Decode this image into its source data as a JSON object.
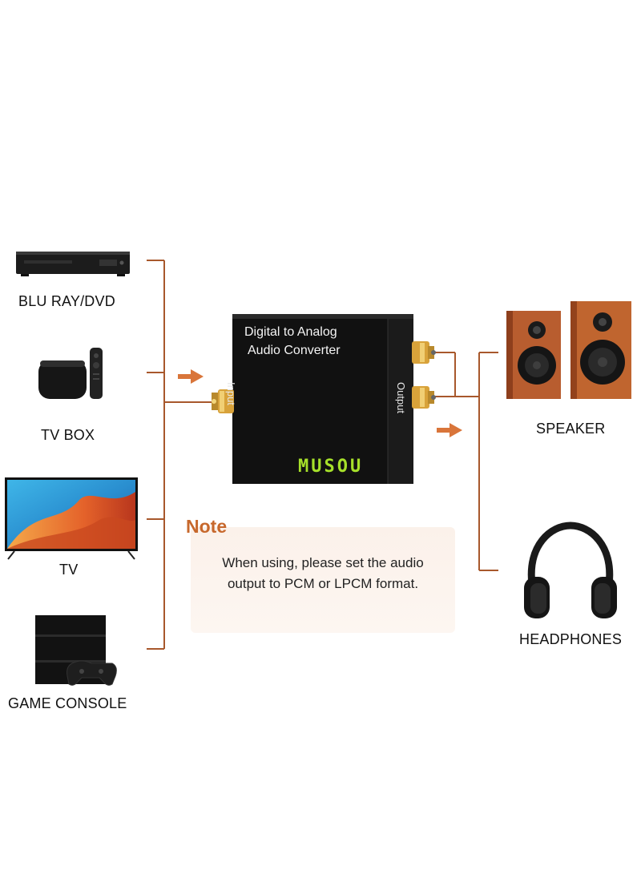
{
  "sources": {
    "bluray": "BLU RAY/DVD",
    "tvbox": "TV BOX",
    "tv": "TV",
    "console": "GAME CONSOLE"
  },
  "outputs": {
    "speaker": "SPEAKER",
    "headphones": "HEADPHONES"
  },
  "converter": {
    "title_line1": "Digital  to Analog",
    "title_line2": "Audio Converter",
    "input_label": "Input",
    "output_label": "Output",
    "brand": "MUSOU"
  },
  "note": {
    "title": "Note",
    "line1": "When using, please set the audio",
    "line2": "output to PCM or LPCM format."
  },
  "colors": {
    "connector_line": "#a8582c",
    "arrow": "#d9753a",
    "brand": "#a6e02a"
  }
}
